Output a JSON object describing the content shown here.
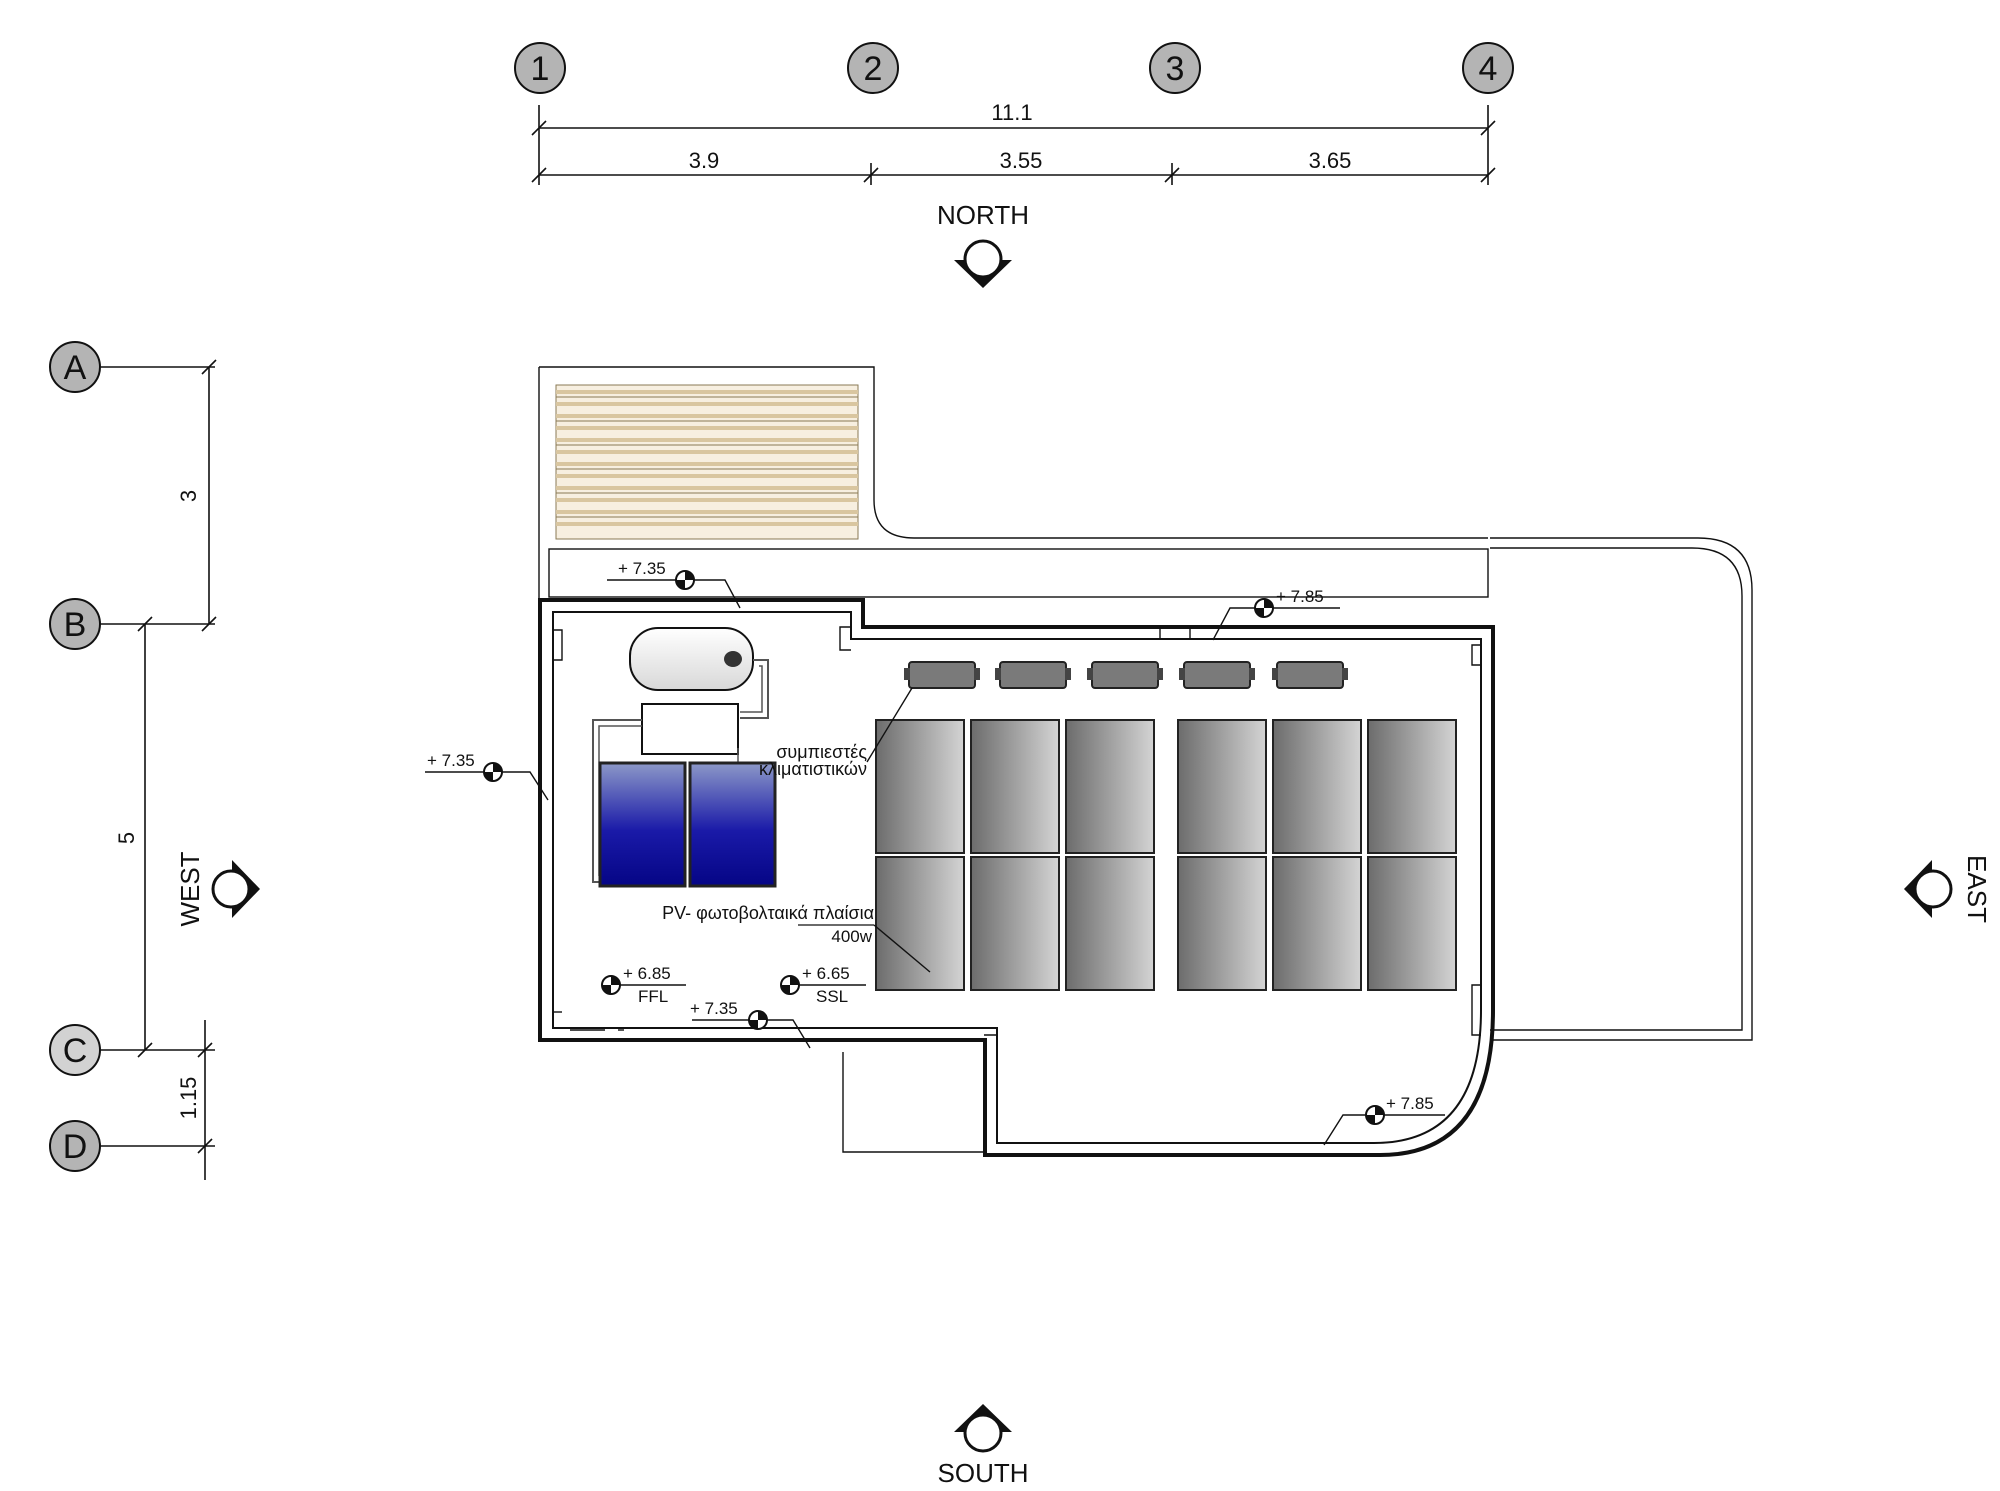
{
  "grid_columns": [
    {
      "label": "1"
    },
    {
      "label": "2"
    },
    {
      "label": "3"
    },
    {
      "label": "4"
    }
  ],
  "grid_rows": [
    {
      "label": "A"
    },
    {
      "label": "B"
    },
    {
      "label": "C"
    },
    {
      "label": "D"
    }
  ],
  "dimensions": {
    "overall": "11.1",
    "bay_1_2": "3.9",
    "bay_2_3": "3.55",
    "bay_3_4": "3.65",
    "row_a_b": "3",
    "row_b_c": "5",
    "row_c_d": "1.15"
  },
  "directions": {
    "north": "NORTH",
    "south": "SOUTH",
    "east": "EAST",
    "west": "WEST"
  },
  "level_marks": [
    {
      "value": "+ 7.35"
    },
    {
      "value": "+ 7.85"
    },
    {
      "value": "+ 7.35"
    },
    {
      "value": "+ 6.85",
      "sub": "FFL"
    },
    {
      "value": "+ 6.65",
      "sub": "SSL"
    },
    {
      "value": "+ 7.35"
    },
    {
      "value": "+ 7.85"
    }
  ],
  "labels": {
    "compressors_line1": "συμπιεστές",
    "compressors_line2": "κλιματιστικών",
    "pv_panels": "PV- φωτοβολταικά πλαίσια",
    "pv_power": "400w"
  },
  "colors": {
    "line": "#111111",
    "bubble_fill": "#b4b4b4",
    "bubble_fill_light": "#d2d2d2",
    "pv_panel_dark": "#6f6f6f",
    "pv_panel_light": "#cfcfcf",
    "solar_blue": "#0a0a9a",
    "stripe_tan": "#d9c6a0",
    "stripe_dark": "#8a7a55"
  }
}
